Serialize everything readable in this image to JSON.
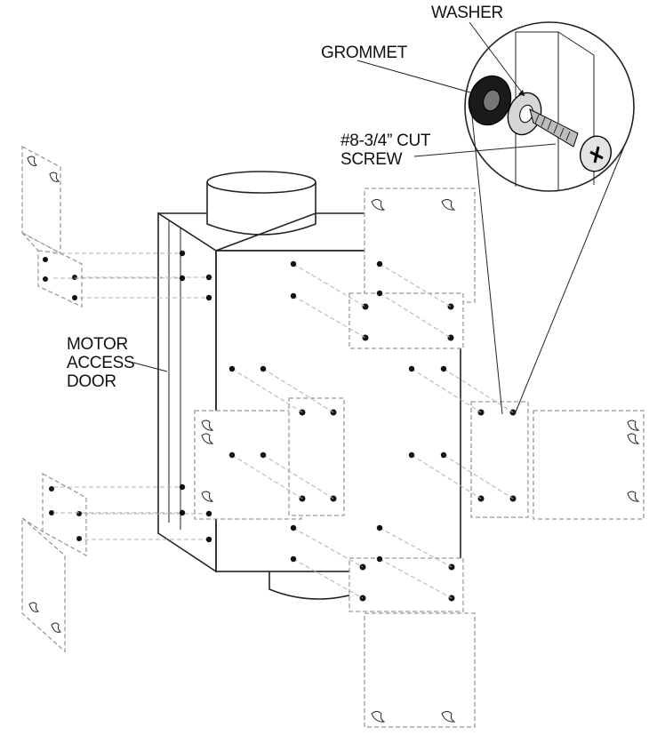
{
  "labels": {
    "washer": "WASHER",
    "grommet": "GROMMET",
    "screw_line1": "#8-3/4” CUT",
    "screw_line2": "SCREW",
    "door_line1": "MOTOR",
    "door_line2": "ACCESS",
    "door_line3": "DOOR"
  }
}
